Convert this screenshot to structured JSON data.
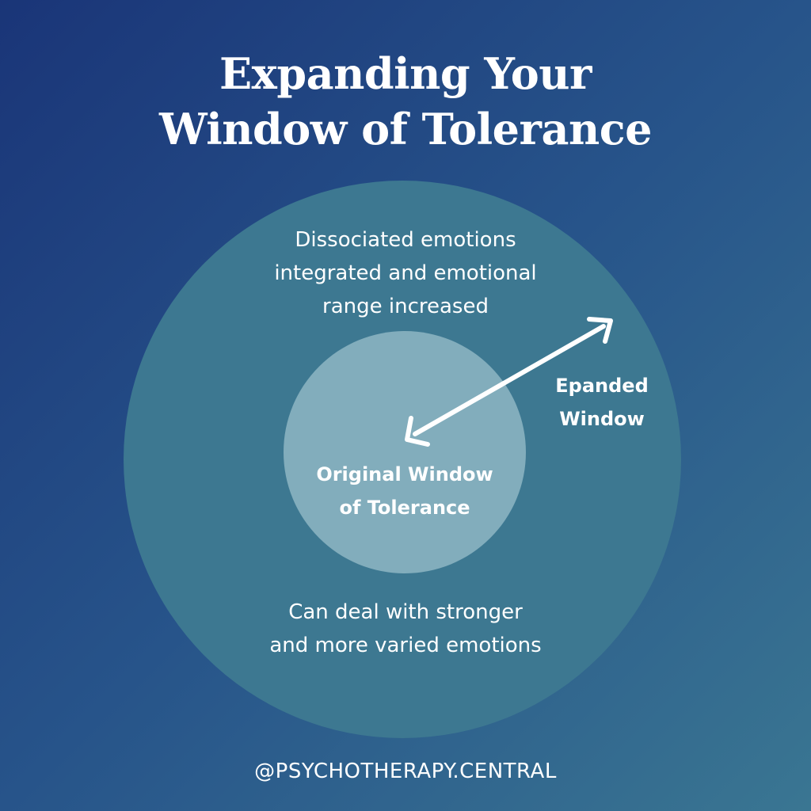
{
  "title": {
    "line1": "Expanding Your",
    "line2": "Window of Tolerance"
  },
  "outer_window": {
    "description_line1": "Dissociated emotions",
    "description_line2": "integrated and emotional",
    "description_line3": "range increased",
    "bottom_line1": "Can deal with stronger",
    "bottom_line2": "and more varied emotions"
  },
  "inner_window": {
    "label_line1": "Original Window",
    "label_line2": "of Tolerance"
  },
  "expanded_label": {
    "line1": "Epanded",
    "line2": "Window"
  },
  "arrow_icon": "double-headed-arrow",
  "footer": {
    "handle": "@PSYCHOTHERAPY.CENTRAL"
  },
  "colors": {
    "background_start": "#1a3578",
    "background_end": "#3a7692",
    "outer_circle": "#3d7891",
    "inner_circle": "#82adbc",
    "text": "#ffffff"
  }
}
